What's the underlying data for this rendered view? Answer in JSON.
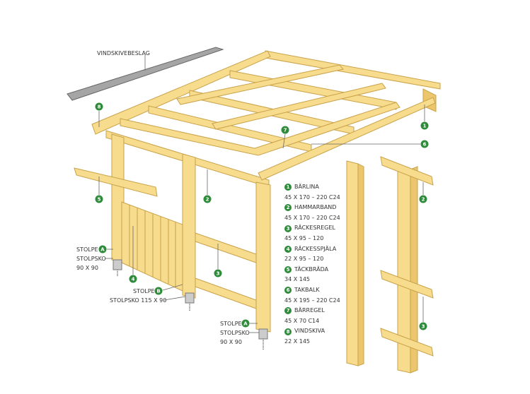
{
  "labels": {
    "gutter": "VINDSKIVEBESLAG",
    "post_a1": "STOLPE",
    "post_a1_badge": "A",
    "shoe_a1": "STOLPSKO",
    "shoe_a1_size": "90 X 90",
    "post_b": "STOLPE",
    "post_b_badge": "B",
    "shoe_b": "STOLPSKO 115 X 90",
    "post_a2": "STOLPE",
    "post_a2_badge": "A",
    "shoe_a2": "STOLPSKO",
    "shoe_a2_size": "90 X 90"
  },
  "callouts": [
    "8",
    "7",
    "6",
    "1",
    "2",
    "5",
    "4",
    "3",
    "2",
    "3"
  ],
  "legend": [
    {
      "n": "1",
      "name": "BÄRLINA",
      "dim": "45 X 170 – 220 C24"
    },
    {
      "n": "2",
      "name": "HAMMARBAND",
      "dim": "45 X 170 – 220 C24"
    },
    {
      "n": "3",
      "name": "RÄCKESREGEL",
      "dim": "45 X 95 – 120"
    },
    {
      "n": "4",
      "name": "RÄCKESSPJÄLA",
      "dim": "22 X 95 – 120"
    },
    {
      "n": "5",
      "name": "TÄCKBRÄDA",
      "dim": "34 X 145"
    },
    {
      "n": "6",
      "name": "TAKBALK",
      "dim": "45 X 195 – 220 C24"
    },
    {
      "n": "7",
      "name": "BÄRREGEL",
      "dim": "45 X 70 C14"
    },
    {
      "n": "8",
      "name": "VINDSKIVA",
      "dim": "22 X 145"
    }
  ],
  "colors": {
    "wood": "#f7dc8e",
    "badge": "#2e8b3a",
    "gutter": "#9a9a9a"
  }
}
